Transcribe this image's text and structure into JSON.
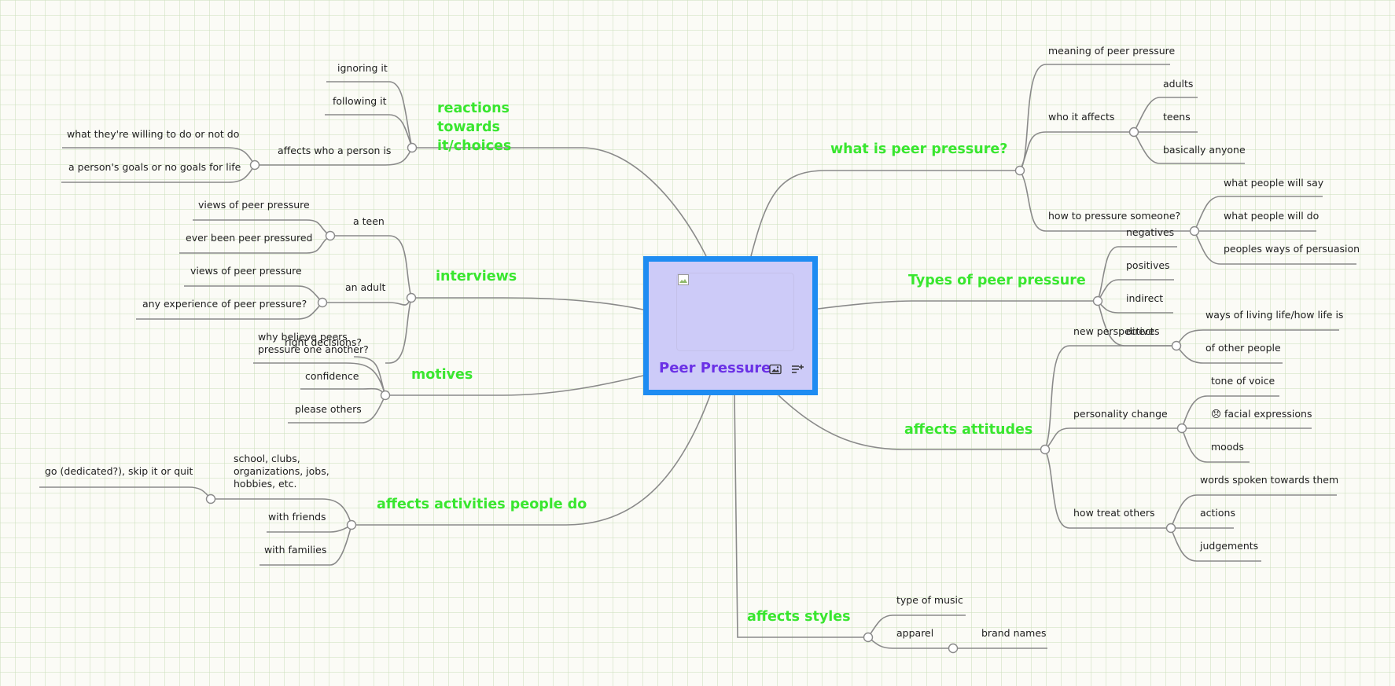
{
  "central": {
    "title": "Peer Pressure",
    "icons": [
      "image-icon",
      "notes-icon"
    ],
    "colors": {
      "border": "#1e8cf2",
      "fill": "#cdcbf8",
      "title": "#6b31e6"
    }
  },
  "colors": {
    "branch_text": "#39e62f",
    "connector": "#8a8a8a",
    "leaf_text": "#1e1e1e"
  },
  "branches": {
    "what_is": {
      "title": "what is peer pressure?",
      "items": {
        "meaning": "meaning of peer pressure",
        "who_affects": "who it affects",
        "who_affects_children": [
          "adults",
          "teens",
          "basically anyone"
        ],
        "how_to": "how to pressure someone?",
        "how_to_children": [
          "what people will say",
          "what people will do",
          "peoples ways of persuasion"
        ]
      }
    },
    "types": {
      "title": "Types of peer pressure",
      "items": [
        "negatives",
        "positives",
        "indirect",
        "direct"
      ]
    },
    "attitudes": {
      "title": "affects attitudes",
      "items": {
        "new_perspectives": "new perspectives",
        "new_perspectives_children": [
          "ways of living life/how life is",
          "of other people"
        ],
        "personality": "personality change",
        "personality_children": [
          "tone of voice",
          "😞 facial expressions",
          "moods"
        ],
        "treat": "how treat others",
        "treat_children": [
          "words spoken towards them",
          "actions",
          "judgements"
        ]
      }
    },
    "styles": {
      "title": "affects styles",
      "items": {
        "music": "type of music",
        "apparel": "apparel",
        "apparel_children": [
          "brand names"
        ]
      }
    },
    "activities": {
      "title": "affects activities people do",
      "items": {
        "school": "school, clubs, organizations, jobs, hobbies, etc.",
        "school_children": [
          "go (dedicated?), skip it or quit"
        ],
        "friends": "with friends",
        "families": "with families"
      }
    },
    "motives": {
      "title": "motives",
      "items": [
        "why believe peers pressure one another?",
        "right decisions?",
        "confidence",
        "please others"
      ]
    },
    "interviews": {
      "title": "interviews",
      "items": {
        "teen": "a teen",
        "teen_children": [
          "views of peer pressure",
          "ever been peer pressured"
        ],
        "adult": "an adult",
        "adult_children": [
          "views of peer pressure",
          "any experience of peer pressure?"
        ]
      }
    },
    "reactions": {
      "title": "reactions towards it/choices",
      "items": {
        "ignoring": "ignoring it",
        "following": "following it",
        "affects": "affects who a person is",
        "affects_children": [
          "what they're willing to do or not do",
          "a person's goals or no goals for life"
        ]
      }
    }
  }
}
